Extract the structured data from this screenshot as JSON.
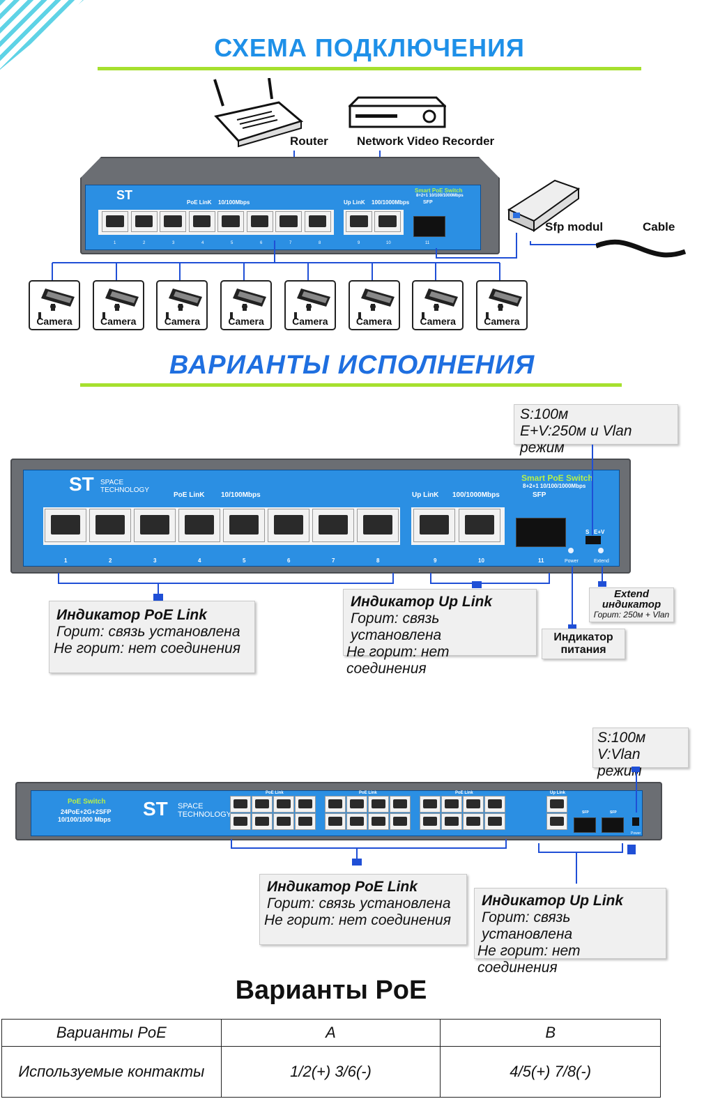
{
  "header": {
    "title": "СХЕМА ПОДКЛЮЧЕНИЯ"
  },
  "devices": {
    "router": "Router",
    "nvr": "Network Video Recorder",
    "sfp_modul": "Sfp modul",
    "cable": "Cable",
    "camera": "Camera"
  },
  "switch1": {
    "brand": "ST",
    "brand_sub": "SPACE\nTECHNOLOGY",
    "poe_link": "PoE LinK",
    "speed": "10/100Mbps",
    "up_link": "Up LinK",
    "up_speed": "100/1000Mbps",
    "smart": "Smart PoE Switch",
    "model": "8+2+1 10/100/1000Mbps",
    "sfp": "SFP",
    "switch_s": "S",
    "switch_ev": "E+V",
    "power": "Power",
    "extend": "Extend",
    "port_nums": [
      "1",
      "2",
      "3",
      "4",
      "5",
      "6",
      "7",
      "8",
      "9",
      "10",
      "11"
    ]
  },
  "variants": {
    "title": "ВАРИАНТЫ ИСПОЛНЕНИЯ"
  },
  "callouts1": {
    "mode_line1": "S:100м",
    "mode_line2": "E+V:250м и Vlan режим",
    "poe_title": "Индикатор PoE Link",
    "poe_on": "Горит: связь установлена",
    "poe_off": "Не горит: нет соединения",
    "up_title": "Индикатор Up Link",
    "up_on": "Горит: связь установлена",
    "up_off": "Не горит: нет соединения",
    "power_l1": "Индикатор",
    "power_l2": "питания",
    "ext_l1": "Extend",
    "ext_l2": "индикатор",
    "ext_l3": "Горит: 250м + Vlan"
  },
  "switch2": {
    "poe_switch": "PoE Switch",
    "model": "24PoE+2G+2SFP",
    "speed": "10/100/1000 Mbps",
    "poe_link": "PoE Link",
    "up_link": "Up Link",
    "sfp": "SFP",
    "power": "Power"
  },
  "callouts2": {
    "mode_line1": "S:100м",
    "mode_line2": "V:Vlan режим",
    "poe_title": "Индикатор PoE Link",
    "poe_on": "Горит: связь установлена",
    "poe_off": "Не горит: нет соединения",
    "up_title": "Индикатор Up Link",
    "up_on": "Горит: связь установлена",
    "up_off": "Не горит: нет соединения"
  },
  "poe_table": {
    "title": "Варианты PoE",
    "header": [
      "Варианты PoE",
      "A",
      "B"
    ],
    "row": [
      "Используемые контакты",
      "1/2(+) 3/6(-)",
      "4/5(+) 7/8(-)"
    ]
  },
  "colors": {
    "accent_blue": "#1e90e8",
    "green_line": "#a6e02e",
    "connector": "#1f4fd6",
    "panel": "#2b8fe3"
  }
}
